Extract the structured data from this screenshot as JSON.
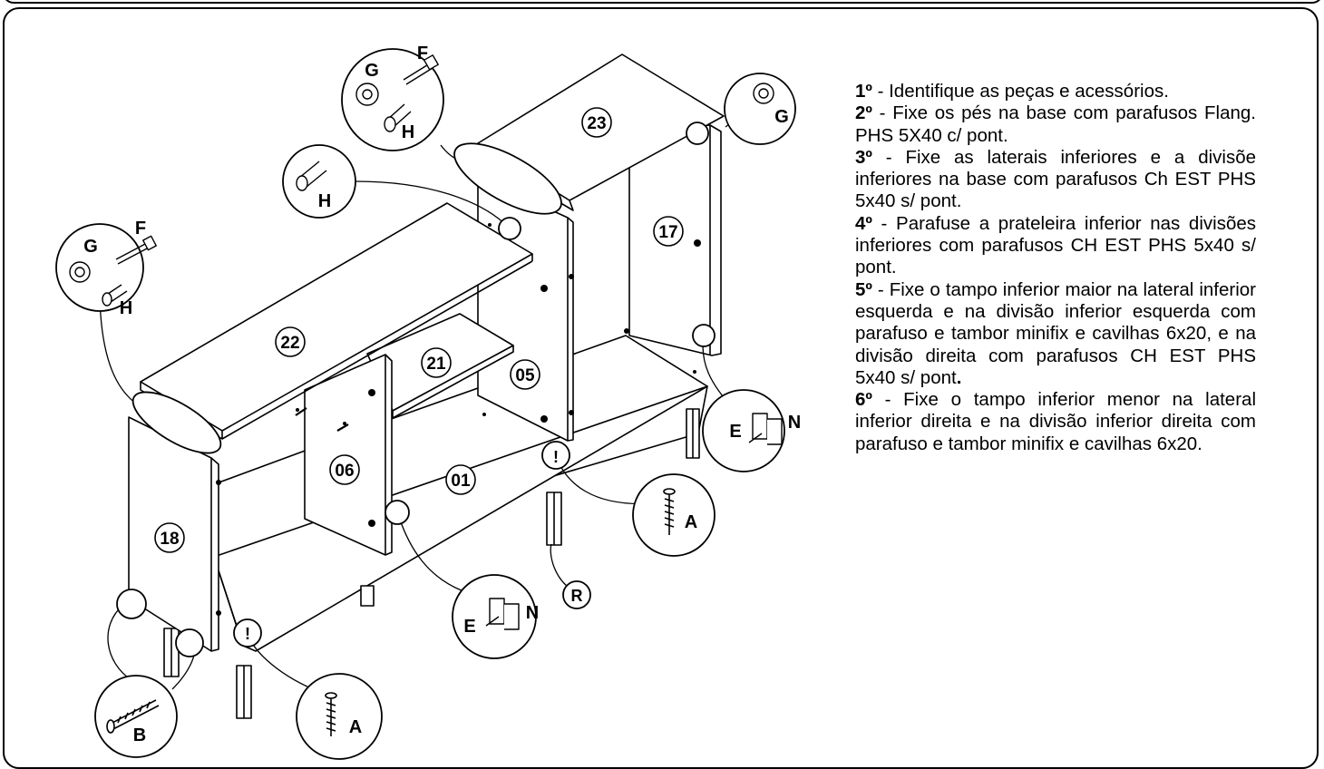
{
  "parts": {
    "p23": "23",
    "p17": "17",
    "p22": "22",
    "p21": "21",
    "p05": "05",
    "p06": "06",
    "p01": "01",
    "p18": "18"
  },
  "callouts": {
    "top_left_G": "G",
    "top_left_F": "F",
    "top_left_H": "H",
    "top_H": "H",
    "top_center_G": "G",
    "top_center_F": "F",
    "top_center_H": "H",
    "top_right_G": "G",
    "right_E": "E",
    "right_N": "N",
    "mid_A": "A",
    "mid_R": "R",
    "center_E": "E",
    "center_N": "N",
    "bottom_B": "B",
    "bottom_A": "A",
    "exclaim": "!"
  },
  "steps": [
    {
      "num": "1º",
      "text": " - Identifique as peças e acessórios."
    },
    {
      "num": "2º",
      "text": " - Fixe os pés na base com parafusos Flang. PHS 5X40 c/ pont."
    },
    {
      "num": "3º",
      "text": " - Fixe as laterais inferiores e a divisõe inferiores na base com parafusos Ch EST PHS 5x40 s/ pont."
    },
    {
      "num": "4º",
      "text": " - Parafuse a prateleira inferior nas divisões inferiores com  parafusos CH EST PHS 5x40 s/ pont."
    },
    {
      "num": "5º",
      "text": " - Fixe o tampo inferior maior na lateral inferior esquerda e na divisão inferior esquerda com parafuso e tambor minifix e cavilhas 6x20, e na divisão direita com parafusos CH EST PHS 5x40 s/ pont",
      "tail": "."
    },
    {
      "num": "6º",
      "text": " - Fixe o tampo inferior menor na lateral inferior direita e na divisão inferior direita com parafuso e tambor minifix e cavilhas 6x20."
    }
  ]
}
